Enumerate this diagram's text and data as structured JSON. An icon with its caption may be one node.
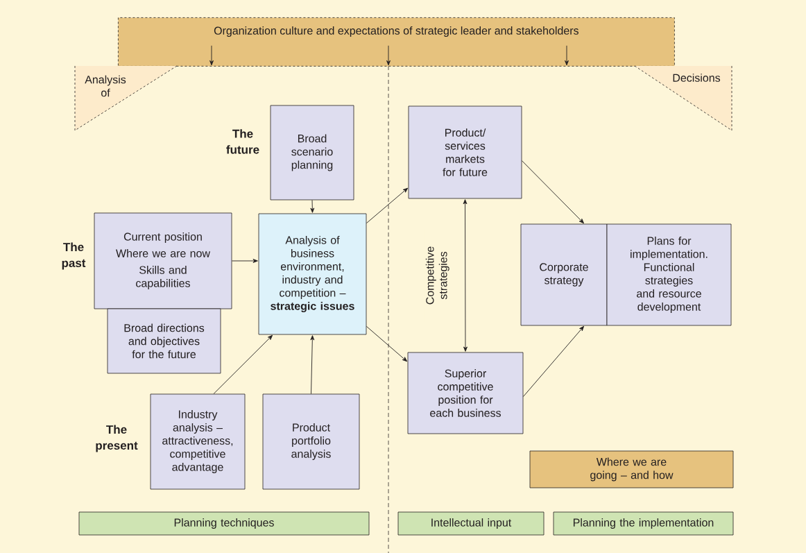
{
  "diagram": {
    "nodes": [
      {
        "text": [
          "Organization culture and expectations of strategic leader and stakeholders"
        ]
      },
      {
        "text": [
          "Analysis of"
        ]
      },
      {
        "text": [
          "Decisions"
        ]
      },
      {
        "text": [
          "Broad scenario planning"
        ]
      },
      {
        "text": [
          "Current position",
          "Where we are now",
          "Skills and capabilities"
        ]
      },
      {
        "text": [
          "Broad directions and objectives for the future"
        ]
      },
      {
        "text": [
          "Analysis of business environment, industry and competition – **strategic issues**"
        ]
      },
      {
        "text": [
          "Industry analysis – attractiveness, competitive advantage"
        ]
      },
      {
        "text": [
          "Product portfolio analysis"
        ]
      },
      {
        "text": [
          "Product/ services markets for future"
        ]
      },
      {
        "text": [
          "Superior competitive position for each business"
        ]
      },
      {
        "text": [
          "Corporate strategy"
        ]
      },
      {
        "text": [
          "Plans for implementation. Functional strategies and resource development"
        ]
      },
      {
        "text": [
          "Where we are going – and how"
        ]
      },
      {
        "text": [
          "Planning techniques"
        ]
      },
      {
        "text": [
          "Intellectual input"
        ]
      },
      {
        "text": [
          "Planning the implementation"
        ]
      }
    ],
    "edges": [
      {
        "from": 3,
        "to": 6,
        "arrow": "to"
      },
      {
        "from": 4,
        "to": 6,
        "arrow": "to"
      },
      {
        "from": 7,
        "to": 6,
        "arrow": "to"
      },
      {
        "from": 8,
        "to": 6,
        "arrow": "to"
      },
      {
        "from": 6,
        "to": 9,
        "arrow": "to"
      },
      {
        "from": 6,
        "to": 10,
        "arrow": "to"
      },
      {
        "from": 9,
        "to": 10,
        "arrow": "both",
        "label": "Competitive strategies"
      },
      {
        "from": 9,
        "to": 11,
        "arrow": "to"
      },
      {
        "from": 10,
        "to": 11,
        "arrow": "to"
      },
      {
        "from": 0,
        "to": null,
        "arrow": "to"
      },
      {
        "from": 0,
        "to": null,
        "arrow": "to"
      },
      {
        "from": 0,
        "to": null,
        "arrow": "to"
      }
    ],
    "labels": [
      "The future",
      "The past",
      "The present"
    ]
  }
}
